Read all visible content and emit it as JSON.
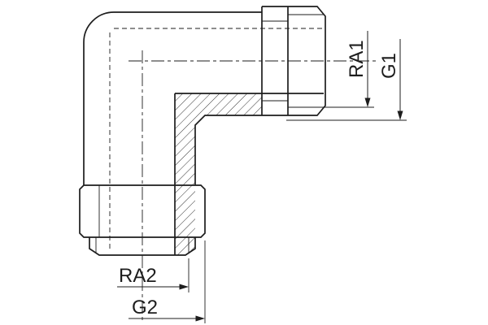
{
  "drawing": {
    "background": "#ffffff",
    "line_color": "#1d1d1d",
    "labels": {
      "ra1": "RA1",
      "g1": "G1",
      "ra2": "RA2",
      "g2": "G2"
    }
  }
}
